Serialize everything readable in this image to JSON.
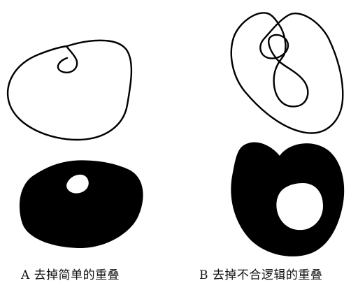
{
  "captions": {
    "a": "A 去掉简单的重叠",
    "b": "B 去掉不合逻辑的重叠"
  },
  "colors": {
    "outline": "#000000",
    "fill": "#000000",
    "background": "#ffffff"
  },
  "panels": [
    {
      "id": "a",
      "outline_shape": "self-overlapping closed curve with small loop at top",
      "filled_shape": "solid blob with small hole near top"
    },
    {
      "id": "b",
      "outline_shape": "twisted closed curve crossing itself in figure-eight fashion",
      "filled_shape": "solid blob with large hole in center"
    }
  ]
}
